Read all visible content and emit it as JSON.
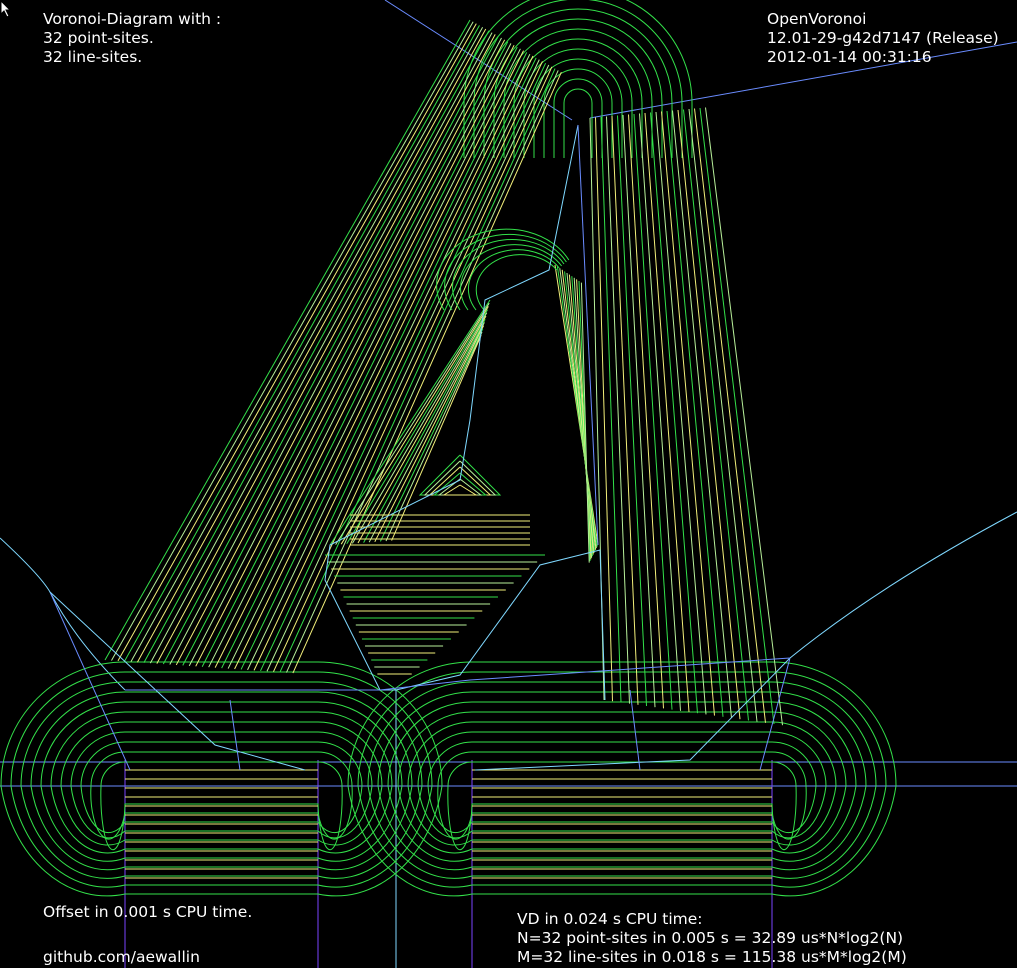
{
  "header_left": {
    "line1": "Voronoi-Diagram with :",
    "line2": "32 point-sites.",
    "line3": "32 line-sites."
  },
  "header_right": {
    "line1": "OpenVoronoi",
    "line2": "12.01-29-g42d7147 (Release)",
    "line3": "2012-01-14 00:31:16"
  },
  "footer_left": {
    "offset": "Offset in 0.001 s CPU time.",
    "link": "github.com/aewallin"
  },
  "footer_right": {
    "line1": "VD in 0.024 s CPU time:",
    "line2": "N=32 point-sites in 0.005 s = 32.89 us*N*log2(N)",
    "line3": "M=32 line-sites in 0.018 s = 115.38 us*M*log2(M)"
  },
  "colors": {
    "background": "#000000",
    "text": "#ffffff",
    "voronoi_edge": "#6a8cff",
    "edge_cyan": "#7fd8ff",
    "offset_green": "#33e04a",
    "offset_yellow": "#f2ef7a",
    "offset_lime": "#b8f09a",
    "construction": "#7a44ff"
  },
  "icons": {
    "cursor": "mouse-pointer-icon"
  }
}
